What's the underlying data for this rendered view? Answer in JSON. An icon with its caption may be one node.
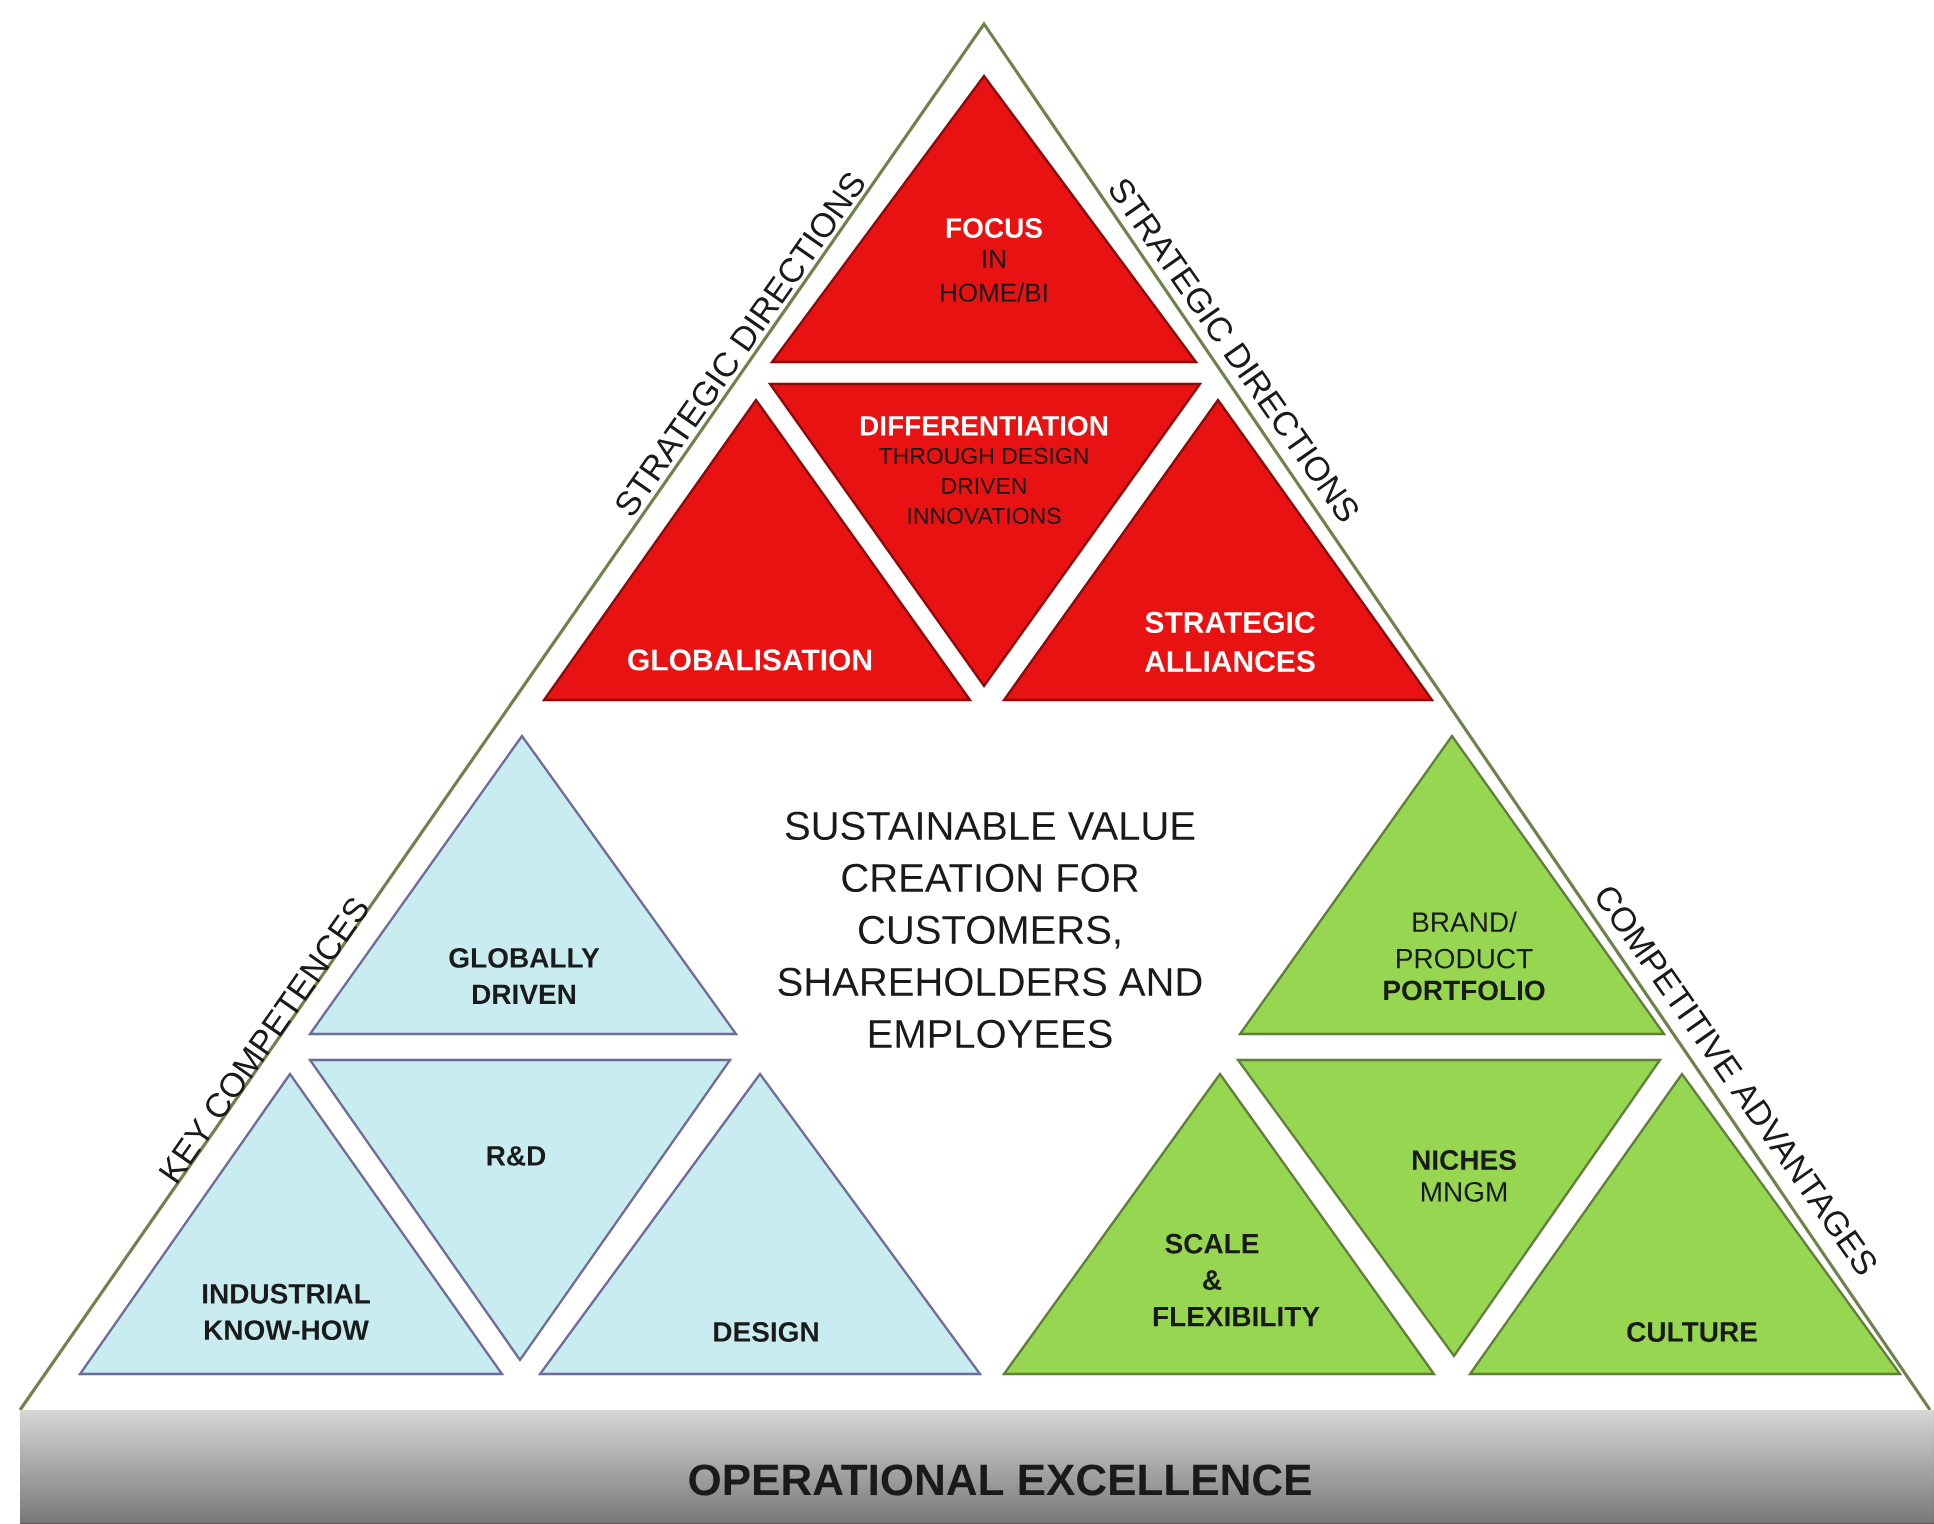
{
  "diagram": {
    "nodes": [
      {
        "text": [
          "SUSTAINABLE VALUE CREATION FOR CUSTOMERS, SHAREHOLDERS AND EMPLOYEES"
        ]
      },
      {
        "text": [
          "FOCUS",
          "IN HOME/BI"
        ],
        "in": 0
      },
      {
        "text": [
          "DIFFERENTIATION",
          "THROUGH DESIGN DRIVEN INNOVATIONS"
        ],
        "in": 0
      },
      {
        "text": [
          "GLOBALISATION"
        ],
        "in": 0
      },
      {
        "text": [
          "STRATEGIC ALLIANCES"
        ],
        "in": 0
      },
      {
        "text": [
          "GLOBALLY DRIVEN"
        ],
        "in": 0
      },
      {
        "text": [
          "BRAND/ PRODUCT",
          "PORTFOLIO"
        ],
        "in": 0
      },
      {
        "text": [
          "R&D"
        ],
        "in": 0
      },
      {
        "text": [
          "NICHES",
          "MNGM"
        ],
        "in": 0
      },
      {
        "text": [
          "INDUSTRIAL KNOW-HOW"
        ],
        "in": 0
      },
      {
        "text": [
          "DESIGN"
        ],
        "in": 0
      },
      {
        "text": [
          "SCALE & FLEXIBILITY"
        ],
        "in": 0
      },
      {
        "text": [
          "CULTURE"
        ],
        "in": 0
      },
      {
        "text": [
          "OPERATIONAL EXCELLENCE"
        ]
      }
    ],
    "labels": [
      "STRATEGIC DIRECTIONS",
      "STRATEGIC DIRECTIONS",
      "KEY COMPETENCES",
      "COMPETITIVE ADVANTAGES"
    ]
  }
}
